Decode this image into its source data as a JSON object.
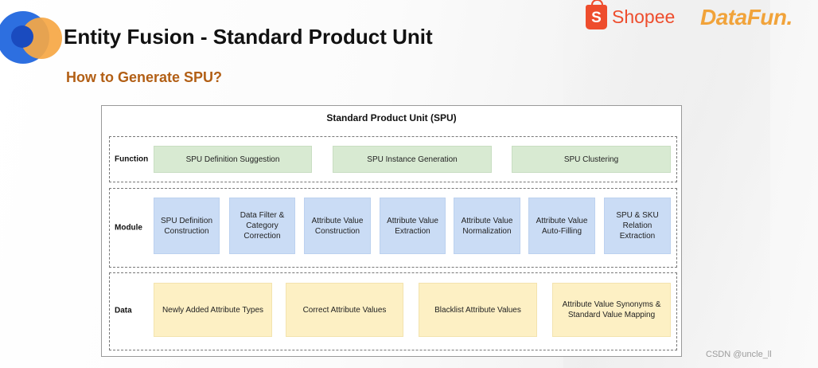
{
  "header": {
    "title": "Entity Fusion - Standard Product Unit",
    "subtitle": "How to Generate SPU?",
    "shopee_label": "Shopee",
    "shopee_bag_letter": "S",
    "datafun_label": "DataFun."
  },
  "diagram": {
    "title": "Standard Product Unit (SPU)",
    "rows": [
      {
        "label": "Function",
        "items": [
          "SPU Definition Suggestion",
          "SPU Instance Generation",
          "SPU Clustering"
        ]
      },
      {
        "label": "Module",
        "items": [
          "SPU Definition Construction",
          "Data Filter & Category Correction",
          "Attribute Value Construction",
          "Attribute Value Extraction",
          "Attribute Value Normalization",
          "Attribute Value Auto-Filling",
          "SPU & SKU Relation Extraction"
        ]
      },
      {
        "label": "Data",
        "items": [
          "Newly Added Attribute Types",
          "Correct Attribute Values",
          "Blacklist Attribute Values",
          "Attribute Value Synonyms & Standard Value Mapping"
        ]
      }
    ]
  },
  "watermark": "CSDN @uncle_ll",
  "colors": {
    "function_box": "#d8ead2",
    "module_box": "#cadcf5",
    "data_box": "#fdf0c4",
    "subtitle": "#b25f15",
    "shopee": "#ee4d2d",
    "datafun": "#f1a33a"
  }
}
